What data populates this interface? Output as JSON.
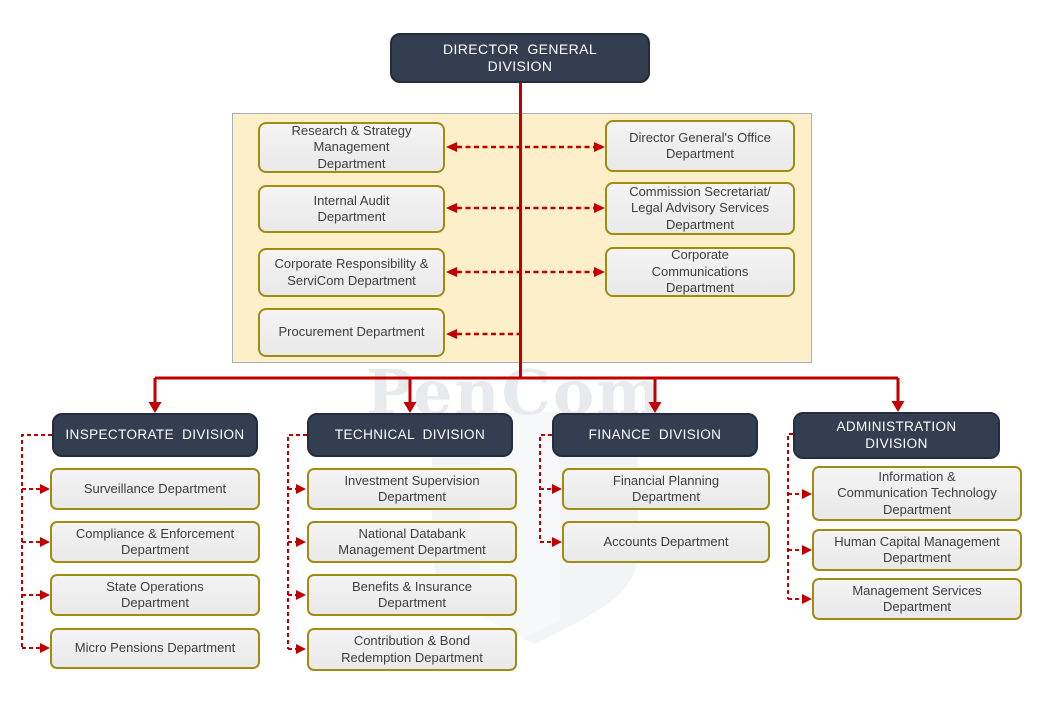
{
  "watermark": {
    "text": "PenCom"
  },
  "colors": {
    "connector_red": "#C00000",
    "division_navy": "#333F50",
    "box_border_gold": "#A18C10",
    "staff_panel_bg": "#FCEFC9"
  },
  "root": {
    "label": "DIRECTOR GENERAL DIVISION"
  },
  "staff_panel": {
    "left": [
      "Research & Strategy Management Department",
      "Internal Audit Department",
      "Corporate Responsibility & ServiCom Department",
      "Procurement Department"
    ],
    "right": [
      "Director General's Office Department",
      "Commission Secretariat/ Legal Advisory Services Department",
      "Corporate Communications Department"
    ]
  },
  "divisions": [
    {
      "label": "INSPECTORATE DIVISION",
      "departments": [
        "Surveillance Department",
        "Compliance & Enforcement Department",
        "State Operations Department",
        "Micro Pensions Department"
      ]
    },
    {
      "label": "TECHNICAL DIVISION",
      "departments": [
        "Investment Supervision Department",
        "National Databank Management Department",
        "Benefits & Insurance Department",
        "Contribution & Bond Redemption Department"
      ]
    },
    {
      "label": "FINANCE DIVISION",
      "departments": [
        "Financial Planning Department",
        "Accounts Department"
      ]
    },
    {
      "label": "ADMINISTRATION DIVISION",
      "departments": [
        "Information & Communication Technology Department",
        "Human Capital Management Department",
        "Management Services Department"
      ]
    }
  ]
}
